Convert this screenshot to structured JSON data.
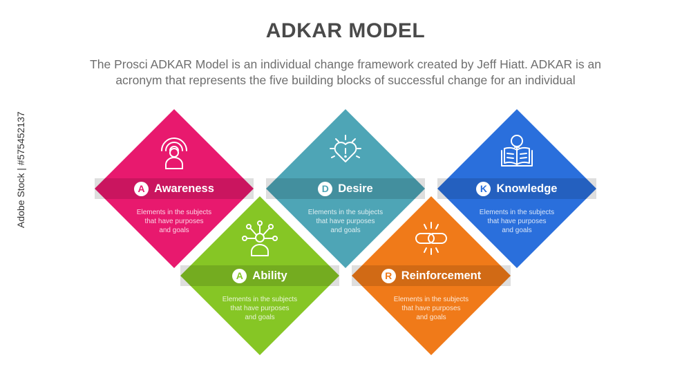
{
  "header": {
    "title": "ADKAR MODEL",
    "subtitle_line1": "The Prosci ADKAR Model is an individual change framework created by Jeff Hiatt. ADKAR is an",
    "subtitle_line2": "acronym that represents the five building blocks of successful change for an individual"
  },
  "watermark": "Adobe Stock | #575452137",
  "blocks": [
    {
      "letter": "A",
      "name": "Awareness",
      "color": "#e8196e",
      "icon": "person-signal-icon",
      "desc_line1": "Elements in the subjects",
      "desc_line2": "that have purposes",
      "desc_line3": "and  goals"
    },
    {
      "letter": "A",
      "name": "Ability",
      "color": "#86c625",
      "icon": "person-network-icon",
      "desc_line1": "Elements in the subjects",
      "desc_line2": "that have purposes",
      "desc_line3": "and  goals"
    },
    {
      "letter": "D",
      "name": "Desire",
      "color": "#4ea5b6",
      "icon": "heart-exclamation-icon",
      "desc_line1": "Elements in the subjects",
      "desc_line2": "that have purposes",
      "desc_line3": "and  goals"
    },
    {
      "letter": "R",
      "name": "Reinforcement",
      "color": "#f07a19",
      "icon": "chain-link-icon",
      "desc_line1": "Elements in the subjects",
      "desc_line2": "that have purposes",
      "desc_line3": "and  goals"
    },
    {
      "letter": "K",
      "name": "Knowledge",
      "color": "#2a6fdc",
      "icon": "book-bulb-icon",
      "desc_line1": "Elements in the subjects",
      "desc_line2": "that have purposes",
      "desc_line3": "and  goals"
    }
  ]
}
